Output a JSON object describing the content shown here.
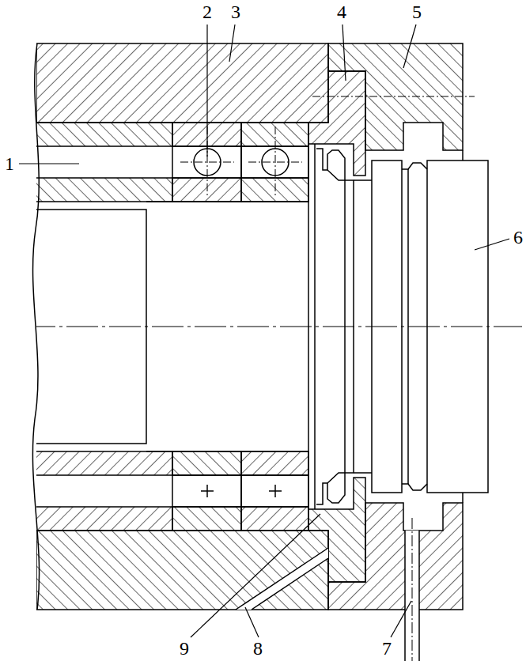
{
  "diagram": {
    "labels": [
      "2",
      "3",
      "4",
      "5",
      "1",
      "6",
      "9",
      "8",
      "7"
    ]
  }
}
